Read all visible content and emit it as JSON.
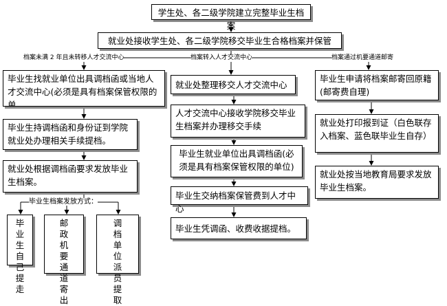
{
  "top_box": "学生处、各二级学院建立完整毕业生档案",
  "second_box": "就业处接收学生处、各二级学院移交毕业生合格档案并保管",
  "branch_labels": {
    "left": "档案未满 2 年且未转移人才交流中心",
    "middle": "档案转入人才交流中心",
    "right": "档案通过机要通道邮寄"
  },
  "left_column": [
    "毕业生找就业单位出具调档函或当地人才交流中心(必须是具有档案保管权限的单",
    "毕业生持调档函和身份证到学院就业处办理相关手续提档。",
    "就业处根据调档函要求发放毕业生档案。"
  ],
  "release_label": "毕业生档案发放方式：",
  "release_methods": [
    "毕业生自己提走",
    "邮政机要通道寄出",
    "调档单位派员提取"
  ],
  "middle_column": [
    "就业处整理移交人才交流中心",
    "人才交流中心接收学院移交毕业生档案并办理移交手续",
    "毕业生就业单位出具调档函(必须是具有档案保管权限的单位)",
    "毕业生交纳档案保管费到人才中心",
    "毕业生凭调函、收费收据提档。"
  ],
  "right_column": [
    "毕业生申请将档案邮寄回原籍(邮寄费自理)",
    "就业处打印报到证（白色联存入档案、蓝色联毕业生自存）",
    "就业处按当地教育局要求发放毕业生档案。"
  ]
}
